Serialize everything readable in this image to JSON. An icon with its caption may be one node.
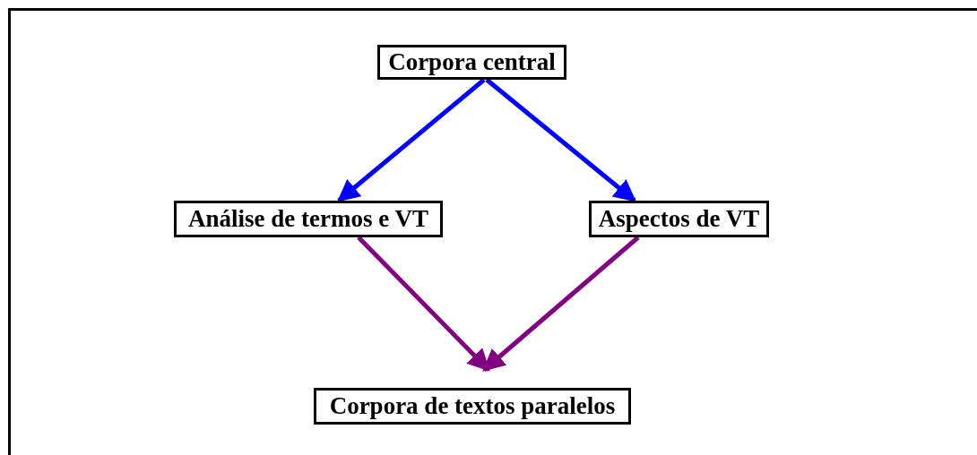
{
  "diagram": {
    "nodes": [
      {
        "text": [
          "Corpora central"
        ]
      },
      {
        "text": [
          "Análise de termos e VT"
        ]
      },
      {
        "text": [
          "Aspectos de VT"
        ]
      },
      {
        "text": [
          "Corpora de textos paralelos"
        ]
      }
    ],
    "edges": [
      {
        "from": 0,
        "to": 1,
        "arrow": "to",
        "color": "#0000ff"
      },
      {
        "from": 0,
        "to": 2,
        "arrow": "to",
        "color": "#0000ff"
      },
      {
        "from": 1,
        "to": 3,
        "arrow": "to",
        "color": "#800080"
      },
      {
        "from": 2,
        "to": 3,
        "arrow": "to",
        "color": "#800080"
      }
    ]
  }
}
